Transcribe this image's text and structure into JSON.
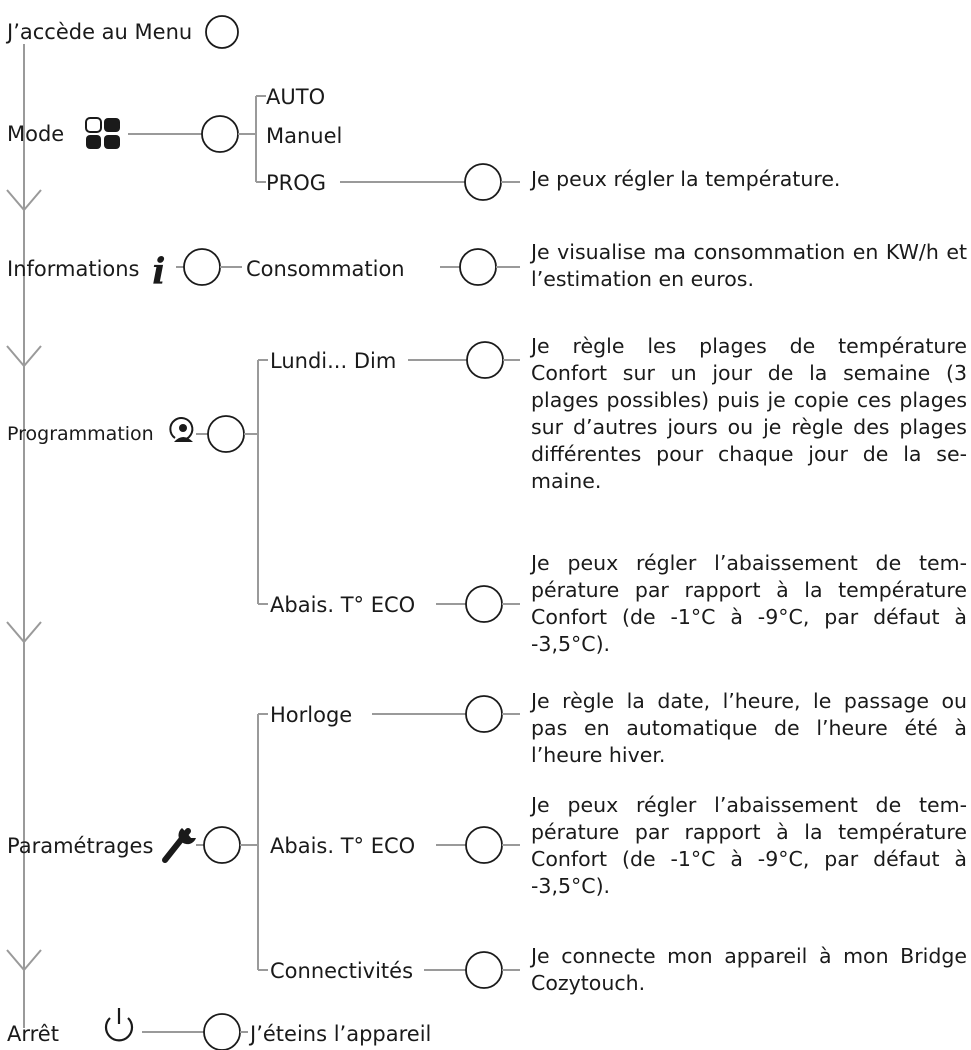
{
  "menu": {
    "entry_label": "J’accède au Menu",
    "sections": {
      "mode": {
        "label": "Mode",
        "icon": "mode-grid-icon",
        "options": [
          "AUTO",
          "Manuel",
          "PROG"
        ],
        "prog_result": "Je peux régler la température."
      },
      "informations": {
        "label": "Informations",
        "icon": "info-icon",
        "option": "Consommation",
        "result": "Je visualise ma consommation en KW/h et l’estimation en euros."
      },
      "programmation": {
        "label": "Programmation",
        "icon": "program-clock-user-icon",
        "options": [
          {
            "label": "Lundi... Dim",
            "result": "Je règle les plages de température Confort sur un jour de la semaine  (3 plages possibles) puis je copie ces plages sur d’autres jours ou je règle des plages différentes pour chaque jour de la se­maine."
          },
          {
            "label": "Abais. T° ECO",
            "result": "Je peux régler l’abaissement de tem­pérature par rapport à la température Confort (de -1°C à -9°C, par défaut à -3,5°C)."
          }
        ]
      },
      "parametrages": {
        "label": "Paramétrages",
        "icon": "wrench-icon",
        "options": [
          {
            "label": "Horloge",
            "result": "Je règle la date, l’heure, le passage ou pas en automatique de l’heure été à l’heure hiver."
          },
          {
            "label": "Abais. T° ECO",
            "result": "Je peux régler l’abaissement de tem­pérature par rapport à la température Confort (de -1°C à -9°C, par défaut à -3,5°C)."
          },
          {
            "label": "Connectivités",
            "result": " Je connecte mon appareil à mon Bridge Cozytouch."
          }
        ]
      },
      "arret": {
        "label": "Arrêt",
        "icon": "power-icon",
        "result": "J’éteins  l’appareil"
      }
    }
  }
}
